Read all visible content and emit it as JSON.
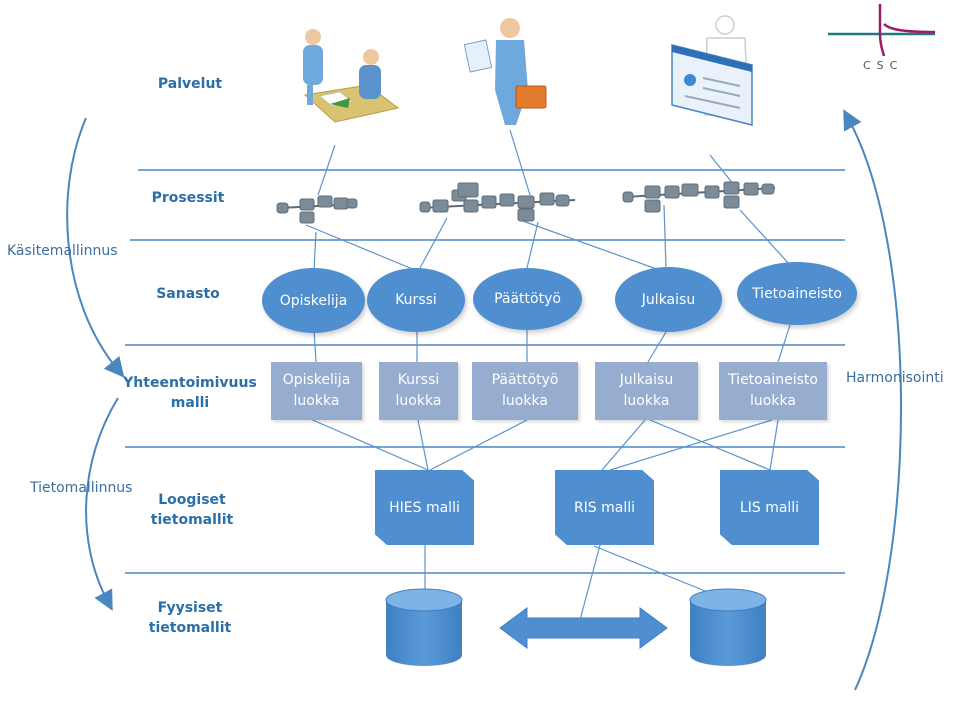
{
  "layers": [
    {
      "id": "palvelut",
      "lines": [
        "Palvelut"
      ]
    },
    {
      "id": "prosessit",
      "lines": [
        "Prosessit"
      ]
    },
    {
      "id": "sanasto",
      "lines": [
        "Sanasto"
      ]
    },
    {
      "id": "yhteentoimivuus",
      "lines": [
        "Yhteentoimivuus",
        "malli"
      ]
    },
    {
      "id": "loogiset",
      "lines": [
        "Loogiset",
        "tietomallit"
      ]
    },
    {
      "id": "fyysiset",
      "lines": [
        "Fyysiset",
        "tietomallit"
      ]
    }
  ],
  "side_labels": {
    "kasitemallinnus": "Käsitemallinnus",
    "tietomallinnus": "Tietomallinnus",
    "harmonisointi": "Harmonisointi"
  },
  "vocabulary": [
    "Opiskelija",
    "Kurssi",
    "Päättötyö",
    "Julkaisu",
    "Tietoaineisto"
  ],
  "classes": [
    [
      "Opiskelija",
      "luokka"
    ],
    [
      "Kurssi",
      "luokka"
    ],
    [
      "Päättötyö",
      "luokka"
    ],
    [
      "Julkaisu",
      "luokka"
    ],
    [
      "Tietoaineisto",
      "luokka"
    ]
  ],
  "models": [
    "HIES malli",
    "RIS malli",
    "LIS malli"
  ],
  "logo": {
    "text": "CSC"
  },
  "icons": [
    "meeting-service-icon",
    "businessman-service-icon",
    "web-service-icon",
    "process-flow-icon",
    "database-icon",
    "bidirectional-arrow-icon"
  ],
  "colors": {
    "accent": "#4f8fd0",
    "line": "#4a86c0",
    "class_box": "#97add0",
    "label": "#2b6fa8",
    "logo_magenta": "#9b1d6a",
    "logo_teal": "#1f7a80"
  }
}
